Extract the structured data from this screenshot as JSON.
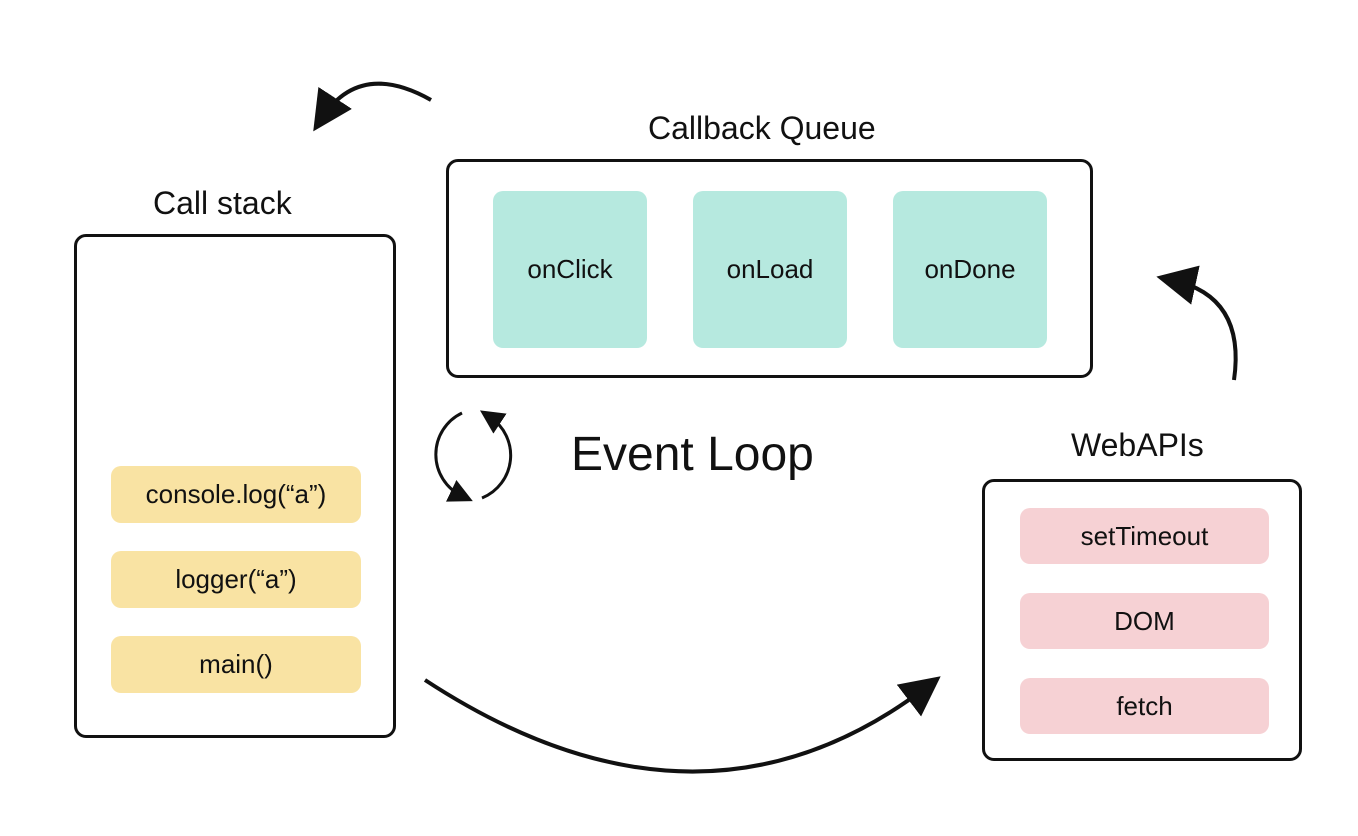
{
  "call_stack": {
    "title": "Call stack",
    "items": [
      "console.log(“a”)",
      "logger(“a”)",
      "main()"
    ],
    "color": "#f9e3a3"
  },
  "callback_queue": {
    "title": "Callback Queue",
    "items": [
      "onClick",
      "onLoad",
      "onDone"
    ],
    "color": "#b6e9df"
  },
  "web_apis": {
    "title": "WebAPIs",
    "items": [
      "setTimeout",
      "DOM",
      "fetch"
    ],
    "color": "#f6d1d4"
  },
  "event_loop": {
    "title": "Event Loop",
    "icon": "cycle-arrows-icon"
  },
  "arrows": [
    {
      "from": "callback_queue",
      "to": "call_stack"
    },
    {
      "from": "call_stack",
      "to": "web_apis"
    },
    {
      "from": "web_apis",
      "to": "callback_queue"
    }
  ]
}
